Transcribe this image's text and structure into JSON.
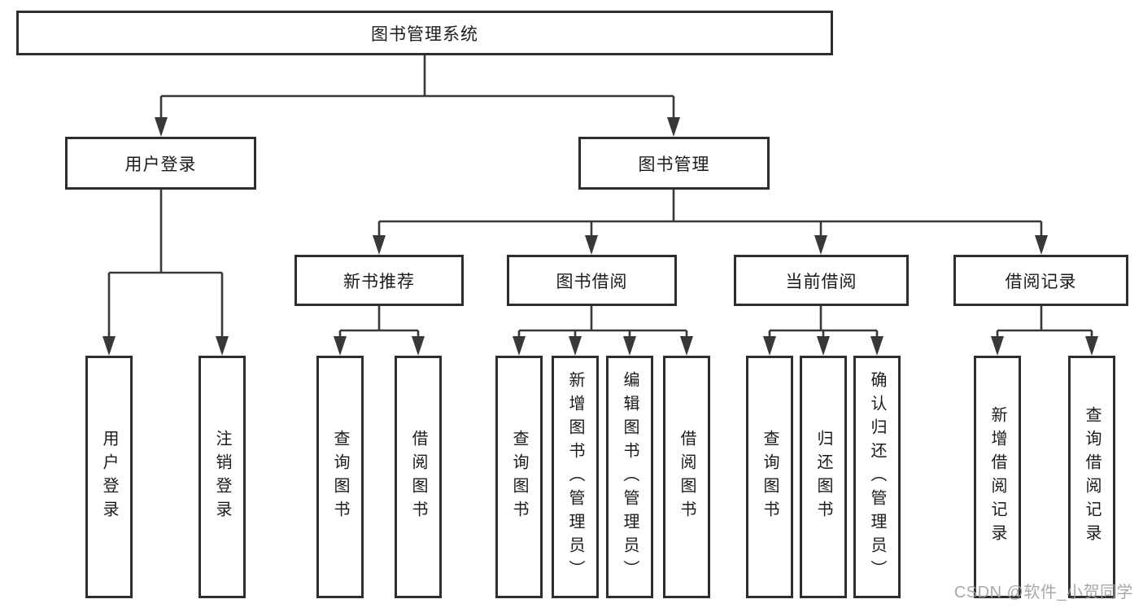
{
  "nodes": {
    "root": "图书管理系统",
    "user_login": "用户登录",
    "book_mgmt": "图书管理",
    "new_book": "新书推荐",
    "book_borrow": "图书借阅",
    "current_borrow": "当前借阅",
    "borrow_record": "借阅记录"
  },
  "leaves": {
    "user_login": [
      "用户登录",
      "注销登录"
    ],
    "new_book": [
      "查询图书",
      "借阅图书"
    ],
    "book_borrow": [
      "查询图书",
      "新增图书（管理员）",
      "编辑图书（管理员）",
      "借阅图书"
    ],
    "current_borrow": [
      "查询图书",
      "归还图书",
      "确认归还（管理员）"
    ],
    "borrow_record": [
      "新增借阅记录",
      "查询借阅记录"
    ]
  },
  "watermark": "CSDN @软件_小贺同学",
  "colors": {
    "line": "#383838",
    "box_border": "#2e2e2e",
    "text": "#1b1b1b",
    "watermark": "#9e9e9e",
    "background": "#ffffff"
  }
}
